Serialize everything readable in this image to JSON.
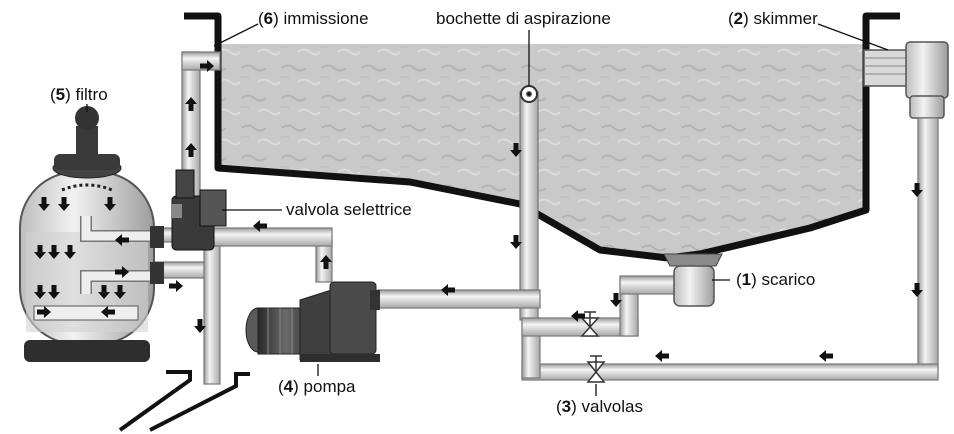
{
  "labels": {
    "immissione": {
      "num": "6",
      "text": "immissione"
    },
    "bochette": {
      "text": "bochette di aspirazione"
    },
    "skimmer": {
      "num": "2",
      "text": "skimmer"
    },
    "filtro": {
      "num": "5",
      "text": "filtro"
    },
    "valvola_selettrice": {
      "text": "valvola selettrice"
    },
    "scarico": {
      "num": "1",
      "text": "scarico"
    },
    "pompa": {
      "num": "4",
      "text": "pompa"
    },
    "valvolas": {
      "num": "3",
      "text": "valvolas"
    }
  },
  "colors": {
    "water": "#c9c9c9",
    "pipe": "#e6e6e6",
    "pipe_outline": "#777777",
    "wall": "#111111",
    "equipment": "#5a5a5a",
    "equipment_dark": "#2e2e2e"
  },
  "icons": [
    "down-arrow-icon",
    "up-arrow-icon",
    "left-arrow-icon",
    "right-arrow-icon",
    "valve-icon"
  ]
}
